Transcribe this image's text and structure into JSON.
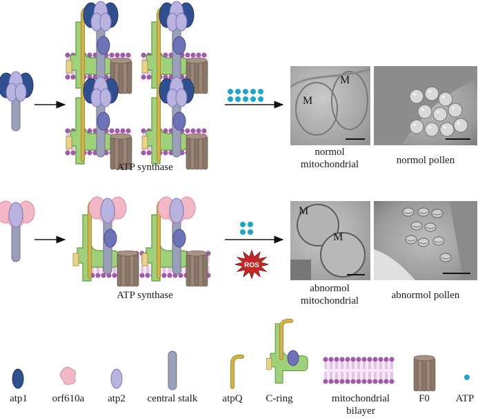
{
  "labels": {
    "atp_synthase_top": "ATP synthase",
    "atp_synthase_bottom": "ATP synthase",
    "normal_mito": "normol\nmitochondrial",
    "normal_pollen": "normol pollen",
    "abnormal_mito": "abnormol\nmitochondrial",
    "abnormal_pollen": "abnormol pollen",
    "ros": "ROS",
    "mito_marker": "M"
  },
  "legend": [
    {
      "key": "atp1",
      "label": "atp1"
    },
    {
      "key": "orf610a",
      "label": "orf610a"
    },
    {
      "key": "atp2",
      "label": "atp2"
    },
    {
      "key": "central_stalk",
      "label": "central stalk"
    },
    {
      "key": "atpQ",
      "label": "atpQ"
    },
    {
      "key": "c_ring",
      "label": "C-ring"
    },
    {
      "key": "bilayer",
      "label": "mitochondrial\nbilayer"
    },
    {
      "key": "f0",
      "label": "F0"
    },
    {
      "key": "atp",
      "label": "ATP"
    }
  ],
  "colors": {
    "atp1": "#2f4f8f",
    "orf610a": "#f2b8c6",
    "atp2": "#b9b3e0",
    "central_stalk": "#9aa0b8",
    "atpQ": "#d4b24a",
    "c_ring": "#9fd07a",
    "bilayer": "#a05aa8",
    "f0": "#8b7769",
    "atp": "#1aa7c9",
    "ros": "#c62828"
  },
  "atp_counts": {
    "normal": 10,
    "abnormal": 4
  }
}
